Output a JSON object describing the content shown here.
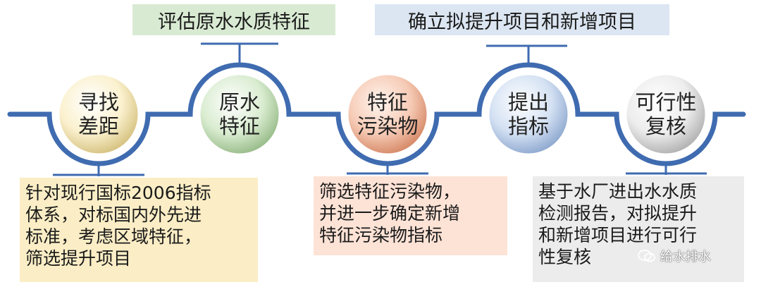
{
  "top_labels": [
    {
      "text": "评估原水水质特征",
      "color": "#d9ead3"
    },
    {
      "text": "确立拟提升项目和新增项目",
      "color": "#dce6f2"
    }
  ],
  "stages": [
    {
      "line1": "寻找",
      "line2": "差距",
      "color": "#f5e6b3"
    },
    {
      "line1": "原水",
      "line2": "特征",
      "color": "#cde3c3"
    },
    {
      "line1": "特征",
      "line2": "污染物",
      "color": "#f2bfa8"
    },
    {
      "line1": "提出",
      "line2": "指标",
      "color": "#c9d8ee"
    },
    {
      "line1": "可行性",
      "line2": "复核",
      "color": "#e6e6e6"
    }
  ],
  "notes": [
    {
      "lines": [
        "针对现行国标2006指标",
        "体系，对标国内外先进",
        "标准，考虑区域特征，",
        "筛选提升项目"
      ],
      "color": "#fbeec6"
    },
    {
      "lines": [
        "筛选特征污染物，",
        "并进一步确定新增",
        "特征污染物指标"
      ],
      "color": "#fde3d6"
    },
    {
      "lines": [
        "基于水厂进出水水质",
        "检测报告，对拟提升",
        "和新增项目进行可行",
        "性复核"
      ],
      "color": "#ececec"
    }
  ],
  "watermark": "给水排水",
  "line_color": "#3f6bb0"
}
